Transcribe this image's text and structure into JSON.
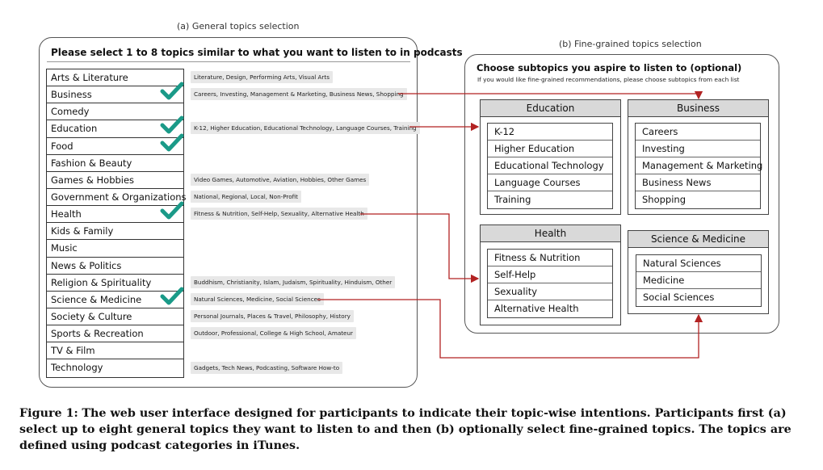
{
  "panel_a": {
    "label": "(a) General topics selection",
    "heading": "Please select 1 to 8 topics similar to what you want to listen to in podcasts",
    "topics": [
      "Arts & Literature",
      "Business",
      "Comedy",
      "Education",
      "Food",
      "Fashion & Beauty",
      "Games & Hobbies",
      "Government & Organizations",
      "Health",
      "Kids & Family",
      "Music",
      "News & Politics",
      "Religion & Spirituality",
      "Science & Medicine",
      "Society & Culture",
      "Sports & Recreation",
      "TV & Film",
      "Technology"
    ],
    "checked": [
      "Business",
      "Education",
      "Food",
      "Health",
      "Science & Medicine"
    ],
    "subtopic_hints": [
      {
        "row": 0,
        "text": "Literature, Design, Performing Arts, Visual Arts"
      },
      {
        "row": 1,
        "text": "Careers, Investing, Management & Marketing, Business News, Shopping"
      },
      {
        "row": 3,
        "text": "K-12, Higher Education, Educational Technology, Language Courses, Training"
      },
      {
        "row": 6,
        "text": "Video Games, Automotive, Aviation, Hobbies, Other Games"
      },
      {
        "row": 7,
        "text": "National, Regional, Local, Non-Profit"
      },
      {
        "row": 8,
        "text": "Fitness & Nutrition, Self-Help, Sexuality, Alternative Health"
      },
      {
        "row": 12,
        "text": "Buddhism, Christianity, Islam, Judaism, Spirituality, Hinduism, Other"
      },
      {
        "row": 13,
        "text": "Natural Sciences, Medicine, Social Sciences"
      },
      {
        "row": 14,
        "text": "Personal Journals, Places & Travel, Philosophy, History"
      },
      {
        "row": 15,
        "text": "Outdoor, Professional, College & High School, Amateur"
      },
      {
        "row": 17,
        "text": "Gadgets, Tech News, Podcasting, Software How-to"
      }
    ]
  },
  "panel_b": {
    "label": "(b) Fine-grained topics selection",
    "heading": "Choose subtopics you aspire to listen to (optional)",
    "subheading": "If you would like fine-grained recommendations, please choose subtopics from each list",
    "categories": [
      {
        "name": "Education",
        "options": [
          "K-12",
          "Higher Education",
          "Educational Technology",
          "Language Courses",
          "Training"
        ]
      },
      {
        "name": "Business",
        "options": [
          "Careers",
          "Investing",
          "Management & Marketing",
          "Business News",
          "Shopping"
        ]
      },
      {
        "name": "Health",
        "options": [
          "Fitness & Nutrition",
          "Self-Help",
          "Sexuality",
          "Alternative Health"
        ]
      },
      {
        "name": "Science & Medicine",
        "options": [
          "Natural Sciences",
          "Medicine",
          "Social Sciences"
        ]
      }
    ]
  },
  "colors": {
    "check": "#1a9a88",
    "connector": "#b22222",
    "chip_bg": "#e8e8e8",
    "header_bg": "#d9d9d9"
  },
  "caption": {
    "label": "Figure 1:",
    "text": "The web user interface designed for participants to indicate their topic-wise intentions. Participants first (a) select up to eight general topics they want to listen to and then (b) optionally select fine-grained topics. The topics are defined using podcast categories in iTunes."
  }
}
